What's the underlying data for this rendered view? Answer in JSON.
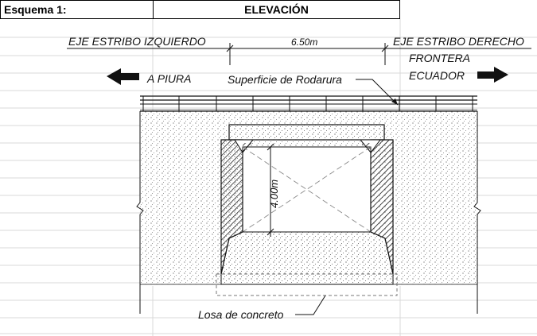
{
  "header": {
    "scheme_label": "Esquema 1:",
    "view_title": "ELEVACIÓN"
  },
  "drawing": {
    "left_axis_label": "EJE ESTRIBO IZQUIERDO",
    "right_axis_label": "EJE ESTRIBO DERECHO",
    "span_dimension": "6.50m",
    "left_direction": "A PIURA",
    "right_direction_line1": "FRONTERA",
    "right_direction_line2": "ECUADOR",
    "road_surface_label": "Superficie de Rodarura",
    "height_dimension": "4.00m",
    "slab_label": "Losa de concreto"
  },
  "colors": {
    "line": "#111111",
    "grid": "#d9d9d9",
    "soil_dots": "#555555"
  }
}
